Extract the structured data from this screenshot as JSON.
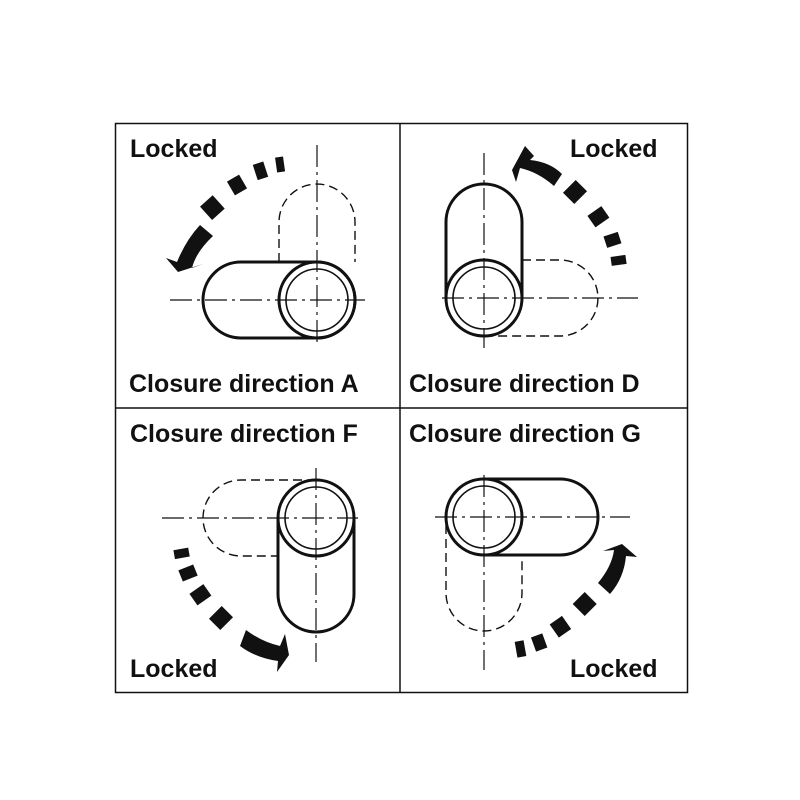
{
  "panels": [
    {
      "title": "Closure direction A",
      "status": "Locked"
    },
    {
      "title": "Closure direction D",
      "status": "Locked"
    },
    {
      "title": "Closure direction F",
      "status": "Locked"
    },
    {
      "title": "Closure direction G",
      "status": "Locked"
    }
  ],
  "colors": {
    "ink": "#111111",
    "background": "#ffffff"
  }
}
